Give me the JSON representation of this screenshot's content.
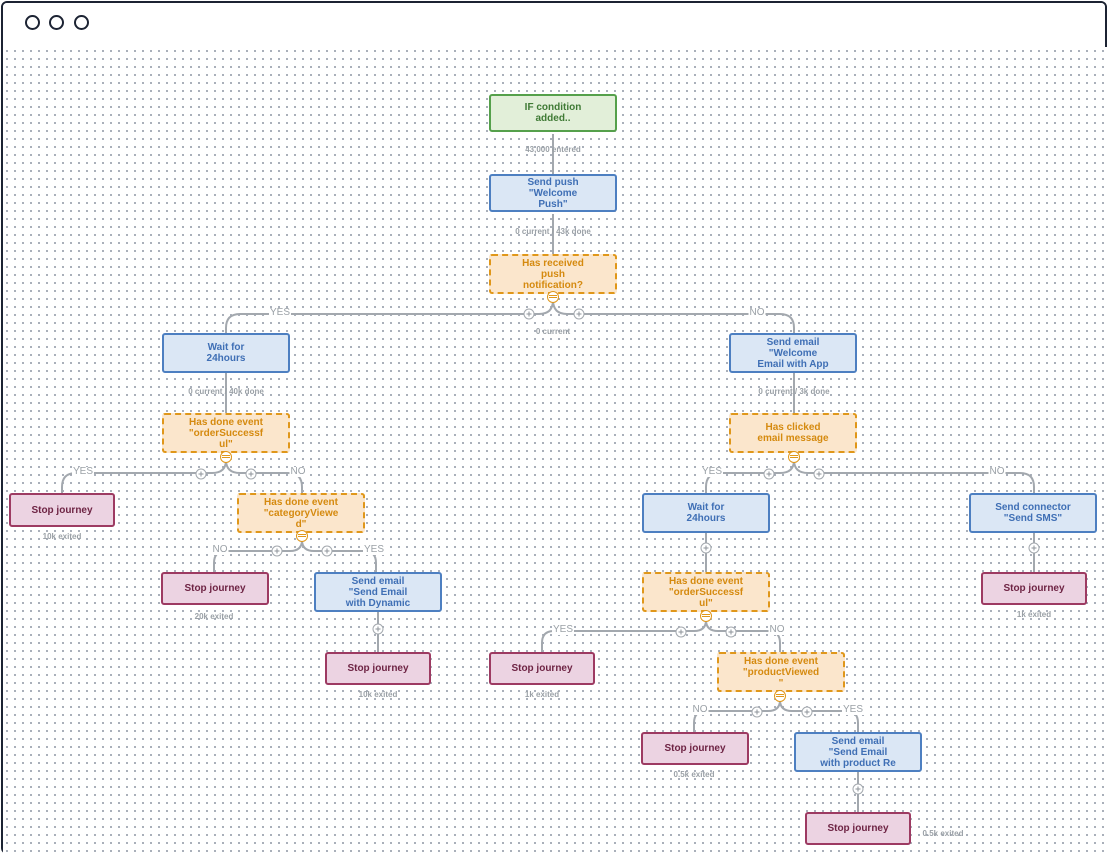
{
  "window": {
    "controls": [
      "circle-icon",
      "circle-icon",
      "circle-icon"
    ]
  },
  "colors": {
    "start": "#55a04b",
    "action": "#4d7fc1",
    "condition": "#e0971a",
    "stop": "#9d3a62",
    "connector": "#a3a8ae"
  },
  "nodes": {
    "if_condition": "IF condition\nadded..",
    "send_push": "Send push\n\"Welcome\nPush\"",
    "has_received": "Has received\npush\nnotification?",
    "wait_left": "Wait for\n24hours",
    "send_email_welcome": "Send email\n\"Welcome\nEmail with App",
    "done_order_left": "Has done event\n\"orderSuccessf\nul\"",
    "has_clicked": "Has clicked\nemail message",
    "stop_1": "Stop journey",
    "done_category": "Has done event\n\"categoryViewe\nd\"",
    "wait_right": "Wait for\n24hours",
    "send_connector": "Send connector\n\"Send SMS\"",
    "stop_2": "Stop journey",
    "send_email_dynamic": "Send email\n\"Send Email\nwith Dynamic",
    "done_order_right": "Has done event\n\"orderSuccessf\nul\"",
    "stop_sms": "Stop journey",
    "stop_3": "Stop journey",
    "stop_4": "Stop journey",
    "done_product": "Has done event\n\"productViewed\n\"",
    "stop_5": "Stop journey",
    "send_email_product": "Send email\n\"Send Email\nwith product Re",
    "stop_6": "Stop journey"
  },
  "stats": {
    "entered": "43,000 entered",
    "push_done": "0 current / 43k done",
    "branch_current": "0 current",
    "wait_left_done": "0 current / 40k done",
    "welcome_done": "0 current / 3k done",
    "exit_10k_a": "10k exited",
    "exit_20k": "20k exited",
    "exit_10k_b": "10k exited",
    "exit_1k_sms": "1k exited",
    "exit_1k": "1k exited",
    "exit_05k_a": "0.5k exited",
    "exit_05k_b": "0.5k exited"
  },
  "branches": {
    "yes": "YES",
    "no": "NO"
  }
}
